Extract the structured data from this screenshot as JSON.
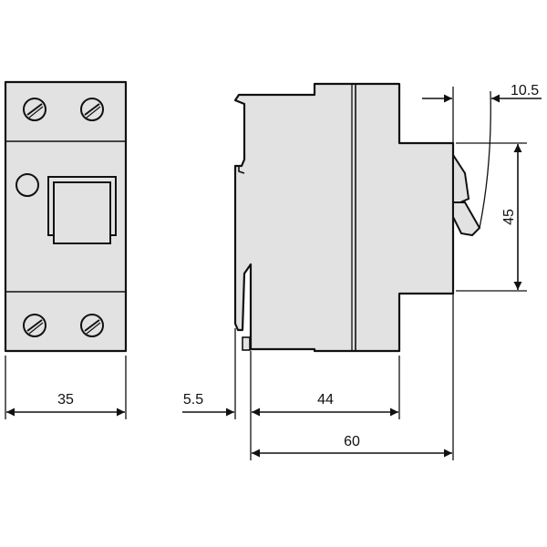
{
  "diagram": {
    "dimensions": {
      "front_width": "35",
      "rail_offset": "5.5",
      "body_depth": "44",
      "total_depth": "60",
      "toggle_width": "10.5",
      "front_height": "45"
    },
    "icons": {
      "terminal_screw": "screw-head-icon",
      "indicator": "indicator-window-icon",
      "toggle": "toggle-lever-icon"
    }
  }
}
